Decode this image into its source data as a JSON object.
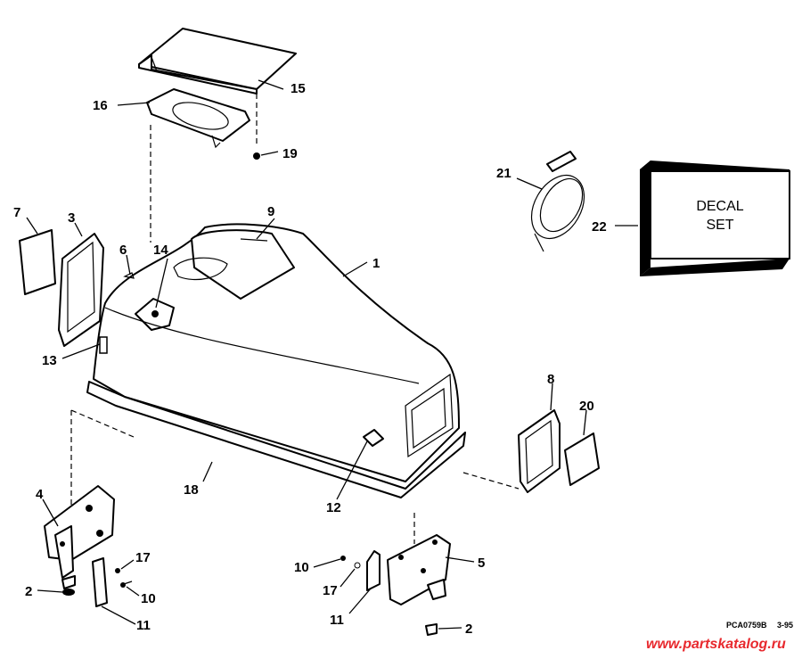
{
  "callouts": {
    "c1": "1",
    "c2a": "2",
    "c2b": "2",
    "c3": "3",
    "c4": "4",
    "c5": "5",
    "c6": "6",
    "c7": "7",
    "c8": "8",
    "c9": "9",
    "c10a": "10",
    "c10b": "10",
    "c11a": "11",
    "c11b": "11",
    "c12": "12",
    "c13": "13",
    "c14": "14",
    "c15": "15",
    "c16": "16",
    "c17a": "17",
    "c17b": "17",
    "c18": "18",
    "c19": "19",
    "c20": "20",
    "c21": "21",
    "c22": "22"
  },
  "decal_box": {
    "line1": "DECAL",
    "line2": "SET"
  },
  "footer": {
    "code": "PCA0759B",
    "date": "3-95",
    "watermark": "www.partskatalog.ru"
  },
  "colors": {
    "watermark": "#e8292e",
    "ink": "#000000",
    "paper": "#ffffff"
  }
}
